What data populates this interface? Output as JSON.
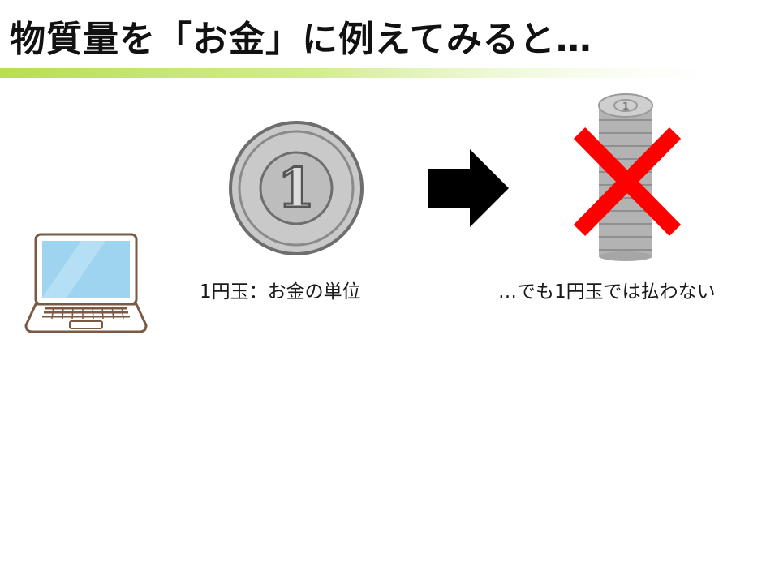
{
  "slide": {
    "title": "物質量を「お金」に例えてみると…",
    "accent_color": "#b7df4d",
    "captions": {
      "left": "1円玉：お金の単位",
      "right": "…でも1円玉では払わない"
    },
    "icons": {
      "laptop": "laptop-icon",
      "coin": "one-yen-coin-icon",
      "arrow": "right-arrow-icon",
      "coin_stack": "coin-stack-icon",
      "cross": "red-cross-icon"
    },
    "coin_numeral": "1",
    "colors": {
      "coin_fill": "#c9c9c9",
      "coin_outline": "#6e6e6e",
      "cross": "#ff0000",
      "laptop_screen": "#9fd4f0"
    }
  }
}
